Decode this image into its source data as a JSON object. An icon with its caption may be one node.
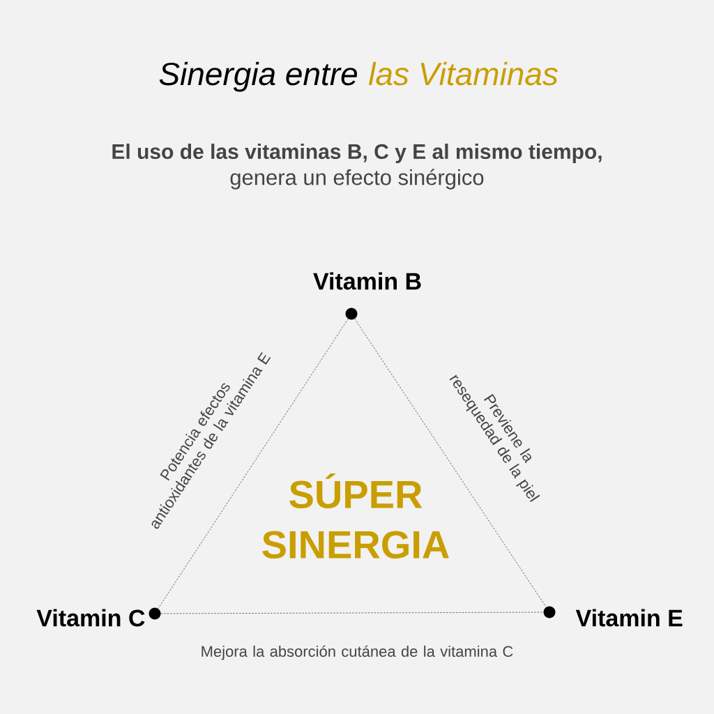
{
  "diagram": {
    "title": "Sinergia entre",
    "nodes": [
      {
        "text": [],
        "shape": "circle",
        "beside": [
          "Vitamin B"
        ]
      },
      {
        "text": [],
        "shape": "circle",
        "beside": [
          "Vitamin C"
        ]
      },
      {
        "text": [],
        "shape": "circle",
        "beside": [
          "Vitamin E"
        ]
      }
    ],
    "edges": [
      {
        "from": 0,
        "to": 1,
        "arrow": "none",
        "style": "dashed",
        "label": "Potencia efectos antioxidantes de la vitamina E"
      },
      {
        "from": 0,
        "to": 2,
        "arrow": "none",
        "style": "dashed",
        "label": "Previene la resequedad de la piel"
      },
      {
        "from": 1,
        "to": 2,
        "arrow": "none",
        "style": "dashed",
        "label": "Mejora la absorción cutánea de la vitamina C"
      }
    ],
    "labels": [
      "las Vitaminas",
      "El uso de  las vitaminas B, C y E al mismo tiempo,",
      "genera un efecto sinérgico",
      "SÚPER SINERGIA"
    ]
  }
}
